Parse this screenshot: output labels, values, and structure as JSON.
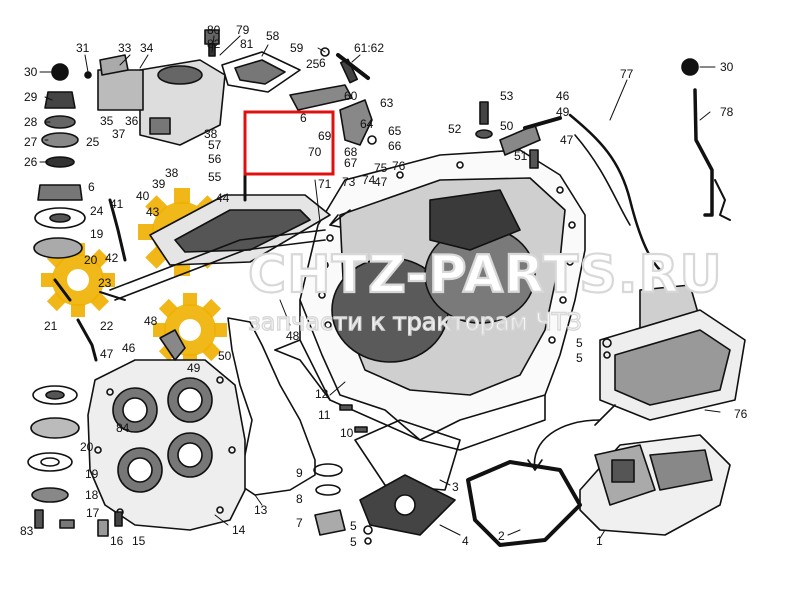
{
  "watermark": {
    "main": "CHTZ-PARTS.RU",
    "sub": "запчасти к тракторам ЧТЗ",
    "gear_color": "#f0b000"
  },
  "highlight_color": "#e01010",
  "part_labels": {
    "n80": "80",
    "n79": "79",
    "n81": "81",
    "n82": "82",
    "n58": "58",
    "n59": "59",
    "n61_62": "61:62",
    "n31": "31",
    "n33": "33",
    "n34": "34",
    "n30a": "30",
    "n30b": "30",
    "n29": "29",
    "n28": "28",
    "n27": "27",
    "n26": "26",
    "n25a": "25",
    "n25b": "25",
    "n35": "35",
    "n36": "36",
    "n37": "37",
    "n38a": "38",
    "n38b": "38",
    "n39": "39",
    "n40": "40",
    "n6a": "6",
    "n6b": "6",
    "n6c": "6",
    "n24": "24",
    "n19a": "19",
    "n19b": "19",
    "n20a": "20",
    "n20b": "20",
    "n41": "41",
    "n43": "43",
    "n42": "42",
    "n44": "44",
    "n23": "23",
    "n22": "22",
    "n21": "21",
    "n48a": "48",
    "n48b": "48",
    "n47a": "47",
    "n47b": "47",
    "n47c": "47",
    "n46a": "46",
    "n46b": "46",
    "n49a": "49",
    "n49b": "49",
    "n50a": "50",
    "n50b": "50",
    "n84": "84",
    "n18": "18",
    "n17": "17",
    "n83": "83",
    "n16": "16",
    "n15": "15",
    "n14": "14",
    "n13": "13",
    "n12": "12",
    "n11": "11",
    "n10": "10",
    "n9": "9",
    "n8": "8",
    "n7": "7",
    "n5a": "5",
    "n5b": "5",
    "n5c": "5",
    "n5d": "5",
    "n4": "4",
    "n3": "3",
    "n2": "2",
    "n1": "1",
    "n76a": "76",
    "n76b": "76",
    "n77": "77",
    "n78": "78",
    "n53": "53",
    "n52": "52",
    "n51": "51",
    "n57": "57",
    "n56": "56",
    "n55": "55",
    "n60": "60",
    "n63": "63",
    "n64": "64",
    "n65": "65",
    "n66": "66",
    "n67": "67",
    "n68": "68",
    "n69": "69",
    "n70": "70",
    "n71": "71",
    "n73": "73",
    "n74": "74",
    "n75": "75"
  }
}
